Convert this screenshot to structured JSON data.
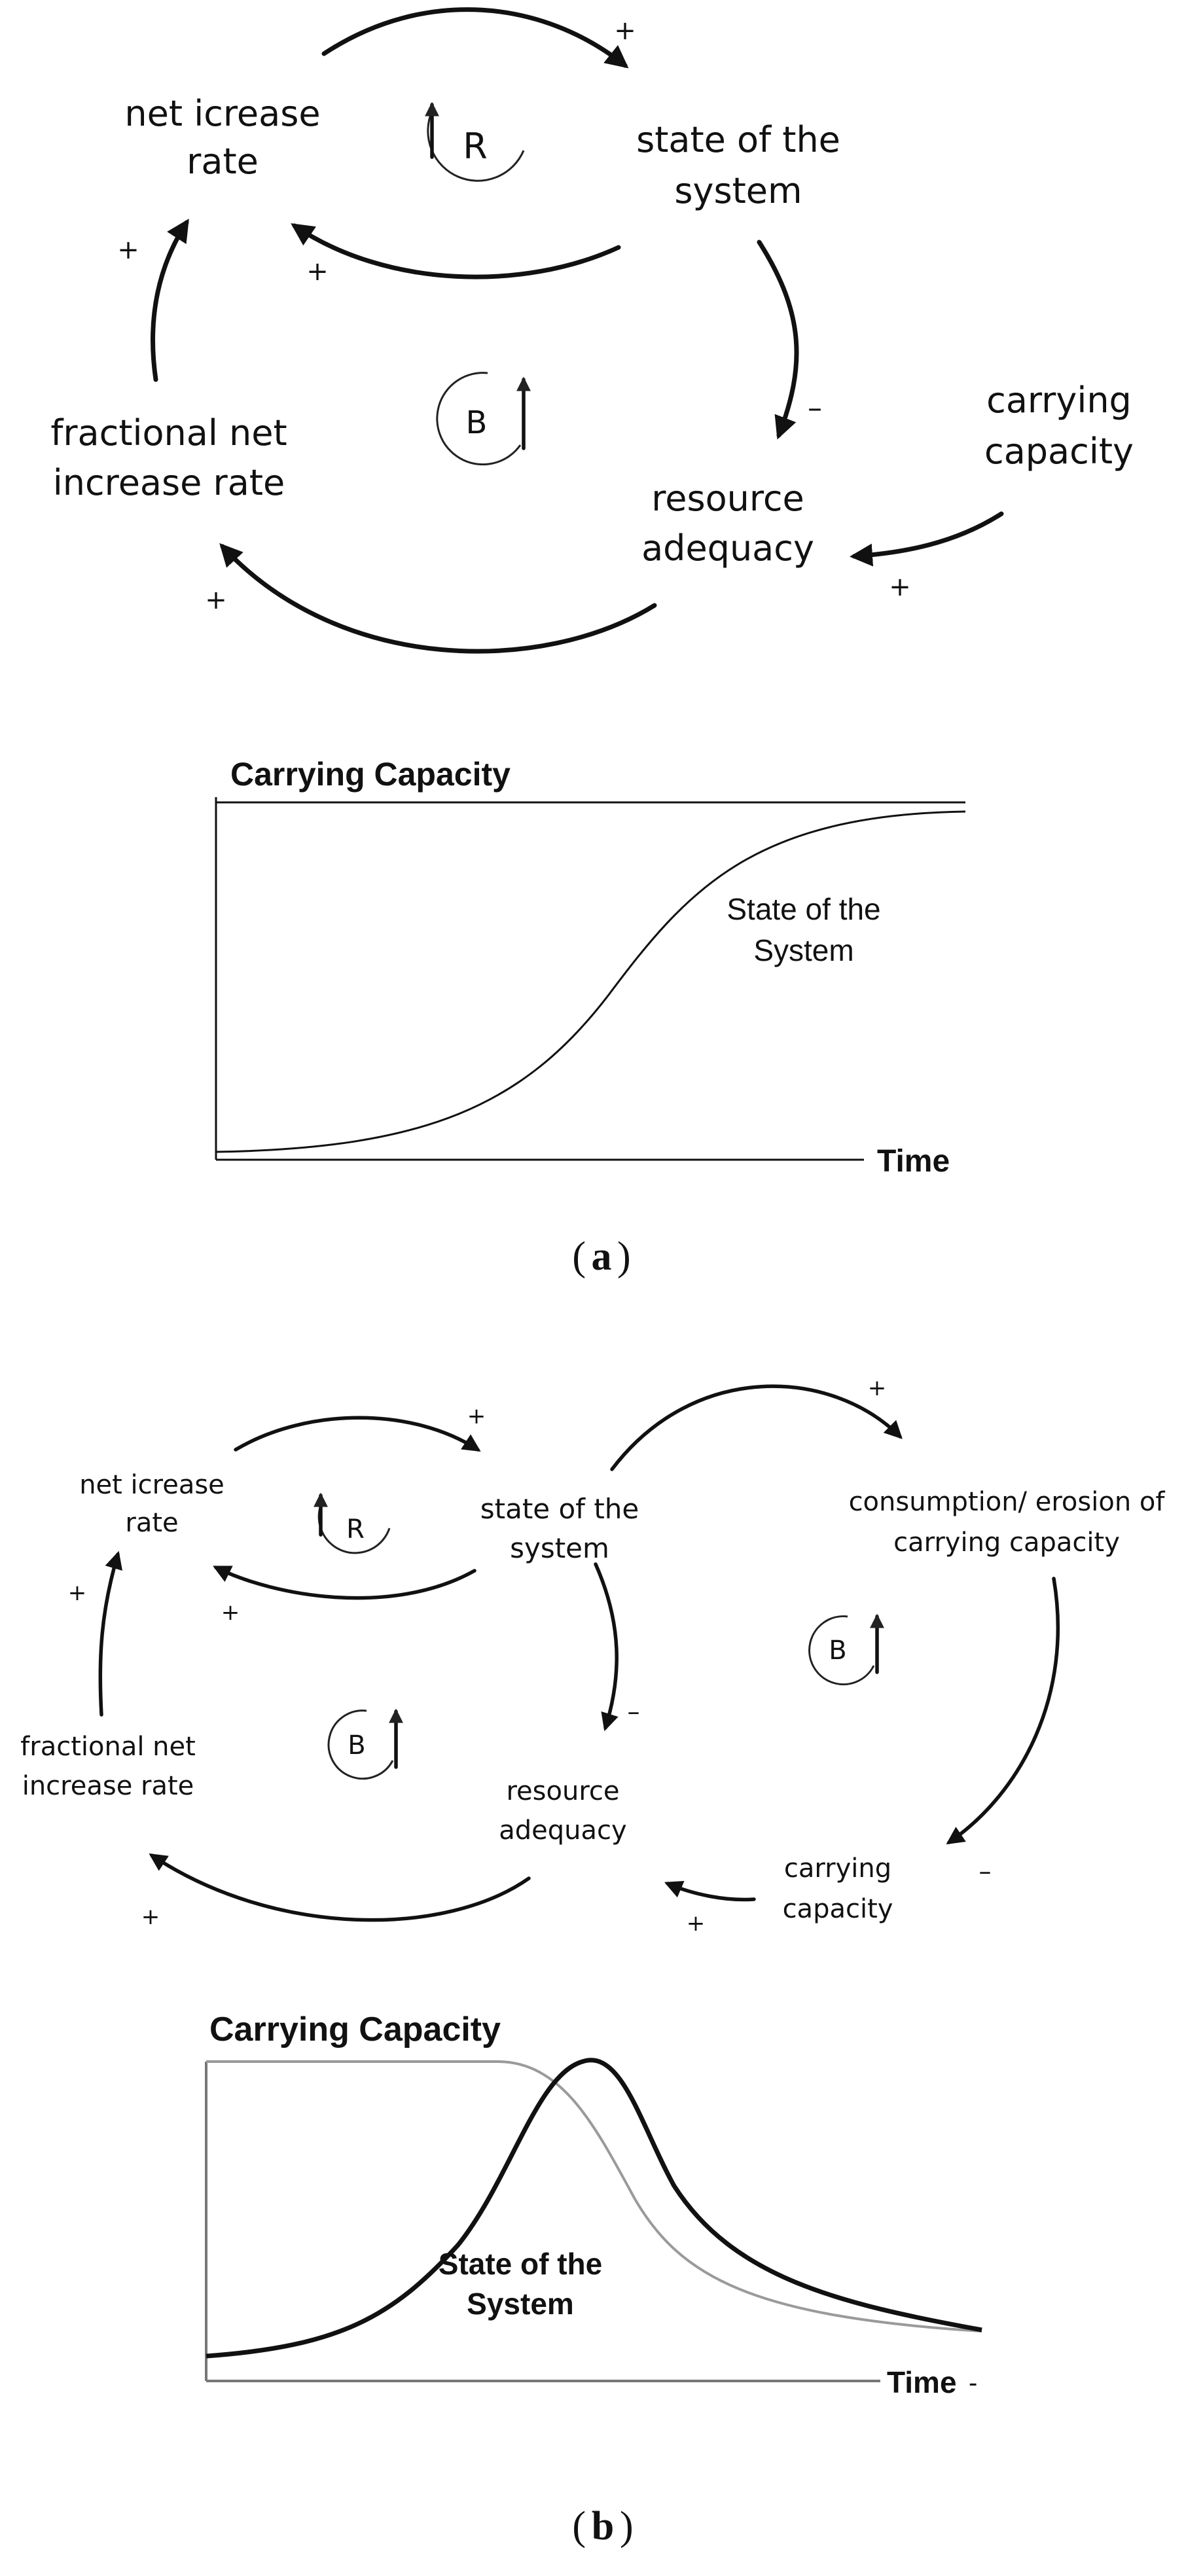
{
  "panel_a": {
    "nodes": {
      "net_rate_1": "net icrease",
      "net_rate_2": "rate",
      "state_1": "state of the",
      "state_2": "system",
      "fractional_1": "fractional net",
      "fractional_2": "increase rate",
      "resource_1": "resource",
      "resource_2": "adequacy",
      "carrying_1": "carrying",
      "carrying_2": "capacity"
    },
    "loops": {
      "reinforcing": "R",
      "balancing": "B"
    },
    "polarities": {
      "net_to_state": "+",
      "state_to_net": "+",
      "state_to_resource": "–",
      "carrying_to_resource": "+",
      "resource_to_fractional": "+",
      "fractional_to_net": "+"
    },
    "graph": {
      "upper_label": "Carrying Capacity",
      "curve_label_1": "State of the",
      "curve_label_2": "System",
      "x_label": "Time"
    },
    "caption_letter": "a",
    "caption_open": "(",
    "caption_close": ")"
  },
  "panel_b": {
    "nodes": {
      "net_rate_1": "net icrease",
      "net_rate_2": "rate",
      "state_1": "state of the",
      "state_2": "system",
      "fractional_1": "fractional net",
      "fractional_2": "increase rate",
      "resource_1": "resource",
      "resource_2": "adequacy",
      "consumption_1": "consumption/ erosion of",
      "consumption_2": "carrying capacity",
      "carrying_1": "carrying",
      "carrying_2": "capacity"
    },
    "loops": {
      "reinforcing": "R",
      "balancing_left": "B",
      "balancing_right": "B"
    },
    "polarities": {
      "net_to_state": "+",
      "state_to_net": "+",
      "state_to_consumption": "+",
      "state_to_resource": "–",
      "consumption_to_carrying": "–",
      "carrying_to_resource": "+",
      "resource_to_fractional": "+",
      "fractional_to_net": "+"
    },
    "graph": {
      "upper_label": "Carrying Capacity",
      "curve_label_1": "State of the",
      "curve_label_2": "System",
      "x_label": "Time",
      "x_tick": "-"
    },
    "caption_letter": "b",
    "caption_open": "(",
    "caption_close": ")"
  },
  "colors": {
    "ink": "#111111",
    "carrying_curve_b": "#9a9a9a"
  }
}
